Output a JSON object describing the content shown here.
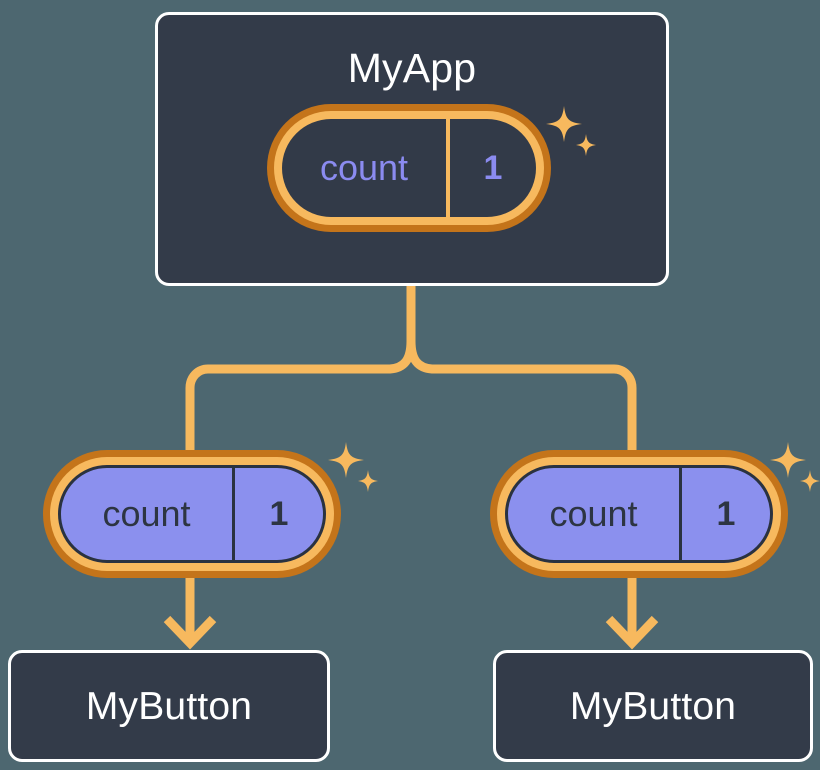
{
  "diagram": {
    "title_text": "MyApp",
    "background_color": "#4d6770",
    "accent_orange": "#f7b95e",
    "accent_orange_dark": "#c4741a",
    "accent_purple": "#8b90ee",
    "card_fill": "#333b49",
    "card_border": "#ffffff"
  },
  "root": {
    "label": "MyApp",
    "state": {
      "key": "count",
      "value": "1"
    },
    "sparkle": "sparkle-icon"
  },
  "children": [
    {
      "state": {
        "key": "count",
        "value": "1"
      },
      "sparkle": "sparkle-icon",
      "component": {
        "label": "MyButton"
      }
    },
    {
      "state": {
        "key": "count",
        "value": "1"
      },
      "sparkle": "sparkle-icon",
      "component": {
        "label": "MyButton"
      }
    }
  ]
}
